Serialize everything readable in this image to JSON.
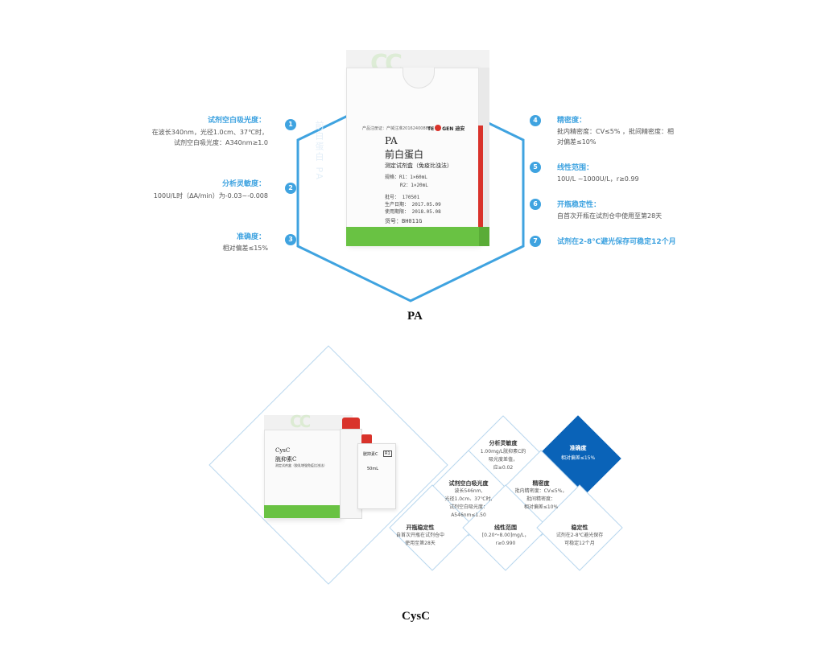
{
  "pa": {
    "caption": "PA",
    "vertical_text": "前白蛋白 PA",
    "specs_left": [
      {
        "num": "1",
        "title": "试剂空白吸光度：",
        "body": [
          "在波长340nm，光径1.0cm、37℃时，",
          "试剂空白吸光度：A340nm≥1.0"
        ]
      },
      {
        "num": "2",
        "title": "分析灵敏度：",
        "body": [
          "100U/L时（ΔA/min）为-0.03~-0.008"
        ]
      },
      {
        "num": "3",
        "title": "准确度：",
        "body": [
          "相对偏差≤15%"
        ]
      }
    ],
    "specs_right": [
      {
        "num": "4",
        "title": "精密度：",
        "body": [
          "批内精密度：CV≤5% ，批间精密度：相",
          "对偏差≤10%"
        ]
      },
      {
        "num": "5",
        "title": "线性范围：",
        "body": [
          "10U/L ~1000U/L，r≥0.99"
        ]
      },
      {
        "num": "6",
        "title": "开瓶稳定性：",
        "body": [
          "自首次开瓶在试剂仓中使用至第28天"
        ]
      },
      {
        "num": "7",
        "title": "试剂在2-8℃避光保存可稳定12个月",
        "body": []
      }
    ],
    "box": {
      "reg_line": "产品注册证：产械注准20162400886",
      "brand_pre": "TE",
      "brand_post": "GEN 迪安",
      "code": "PA",
      "name": "前白蛋白",
      "method": "测定试剂盒（免疫比浊法）",
      "spec_r1": "规格：R1：1×60mL",
      "spec_r2": "R2：1×20mL",
      "lot": "批号：     170501",
      "mfg": "生产日期：  2017.05.09",
      "exp": "使用期限：  2018.05.08",
      "cat": "货号：BH011G"
    }
  },
  "cysc": {
    "caption": "CysC",
    "cells": {
      "sensitivity": {
        "title": "分析灵敏度",
        "body": [
          "1.00mg/L胱抑素C的",
          "吸光度差值，",
          "应≥0.02"
        ]
      },
      "accuracy": {
        "title": "准确度",
        "body": [
          "相对偏差≤15%"
        ]
      },
      "blank": {
        "title": "试剂空白吸光度",
        "body": [
          "波长546nm,",
          "光径1.0cm、37℃时,",
          "试剂空白吸光度：",
          "A546nm≤1.50"
        ]
      },
      "precision": {
        "title": "精密度",
        "body": [
          "批内精密度：CV≤5%，",
          "批间精密度：",
          "相对偏差≤10%"
        ]
      },
      "open_stability": {
        "title": "开瓶稳定性",
        "body": [
          "自首次开瓶在试剂仓中",
          "使用至第28天"
        ]
      },
      "linearity": {
        "title": "线性范围",
        "body": [
          "[0.20～8.00]mg/L，",
          "r≥0.990"
        ]
      },
      "stability": {
        "title": "稳定性",
        "body": [
          "试剂在2-8℃避光保存",
          "可稳定12个月"
        ]
      }
    },
    "box": {
      "code": "CysC",
      "name": "胱抑素C",
      "method": "测定试剂盒（胶乳增强免疫比浊法）",
      "bottle_name": "胱抑素C",
      "bottle_tag": "R1",
      "bottle_volume": "50mL"
    }
  },
  "colors": {
    "accent_blue": "#3fa3e0",
    "dark_blue": "#0a63b8",
    "box_green": "#69c243",
    "box_red": "#d9332b"
  }
}
